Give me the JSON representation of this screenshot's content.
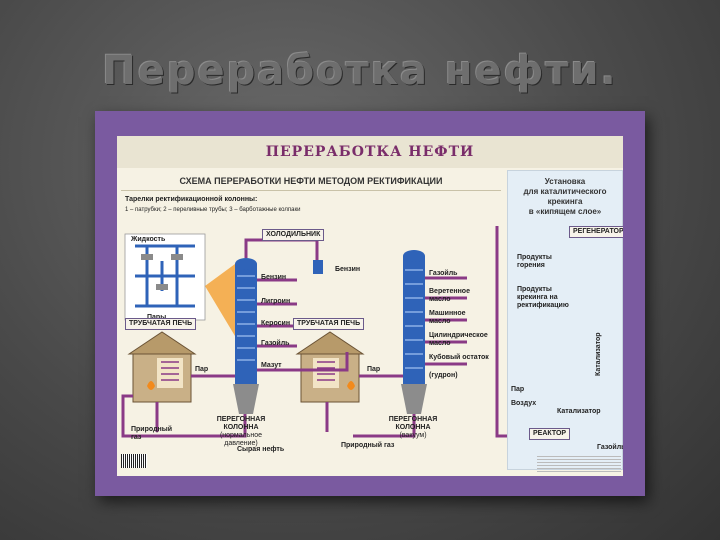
{
  "slide": {
    "title": "Переработка нефти."
  },
  "poster": {
    "header": "ПЕРЕРАБОТКА НЕФТИ",
    "subtitle": "СХЕМА ПЕРЕРАБОТКИ НЕФТИ МЕТОДОМ РЕКТИФИКАЦИИ",
    "plates_note_line1": "Тарелки ректификационной колонны:",
    "plates_note_line2": "1 – патрубки; 2 – переливные трубы; 3 – барботажные колпаки",
    "inset": {
      "liquid": "Жидкость",
      "vapors": "Пары"
    },
    "condenser": "ХОЛОДИЛЬНИК",
    "left_products": [
      "Бензин",
      "Бензин",
      "Лигроин",
      "Керосин",
      "Газойль",
      "Мазут"
    ],
    "right_products": [
      "Газойль",
      "Веретенное масло",
      "Машинное масло",
      "Цилиндрическое масло",
      "Кубовый остаток",
      "(гудрон)"
    ],
    "furnace1": "ТРУБЧАТАЯ ПЕЧЬ",
    "furnace2": "ТРУБЧАТАЯ ПЕЧЬ",
    "steam1": "Пар",
    "steam2": "Пар",
    "column1": [
      "ПЕРЕГОННАЯ",
      "КОЛОННА",
      "(нормальное",
      "давление)"
    ],
    "column2": [
      "ПЕРЕГОННАЯ",
      "КОЛОННА",
      "(вакуум)"
    ],
    "natural_gas1": [
      "Природный",
      "газ"
    ],
    "natural_gas2": "Природный газ",
    "crude_oil": "Сырая нефть",
    "right_panel": {
      "title": [
        "Установка",
        "для каталитического",
        "крекинга",
        "в «кипящем слое»"
      ],
      "regenerator": "РЕГЕНЕРАТОР",
      "combustion": [
        "Продукты",
        "горения"
      ],
      "cracking": [
        "Продукты",
        "крекинга на",
        "ректификацию"
      ],
      "catalyst_v": "Катализатор",
      "steam": "Пар",
      "air": "Воздух",
      "catalyst": "Катализатор",
      "reactor": "РЕАКТОР",
      "gasoil": "Газойль"
    }
  },
  "colors": {
    "frame": "#7a5aa0",
    "pipe": "#8a3a86",
    "column": "#2f63b8",
    "poster_bg": "#f6f2e4"
  }
}
